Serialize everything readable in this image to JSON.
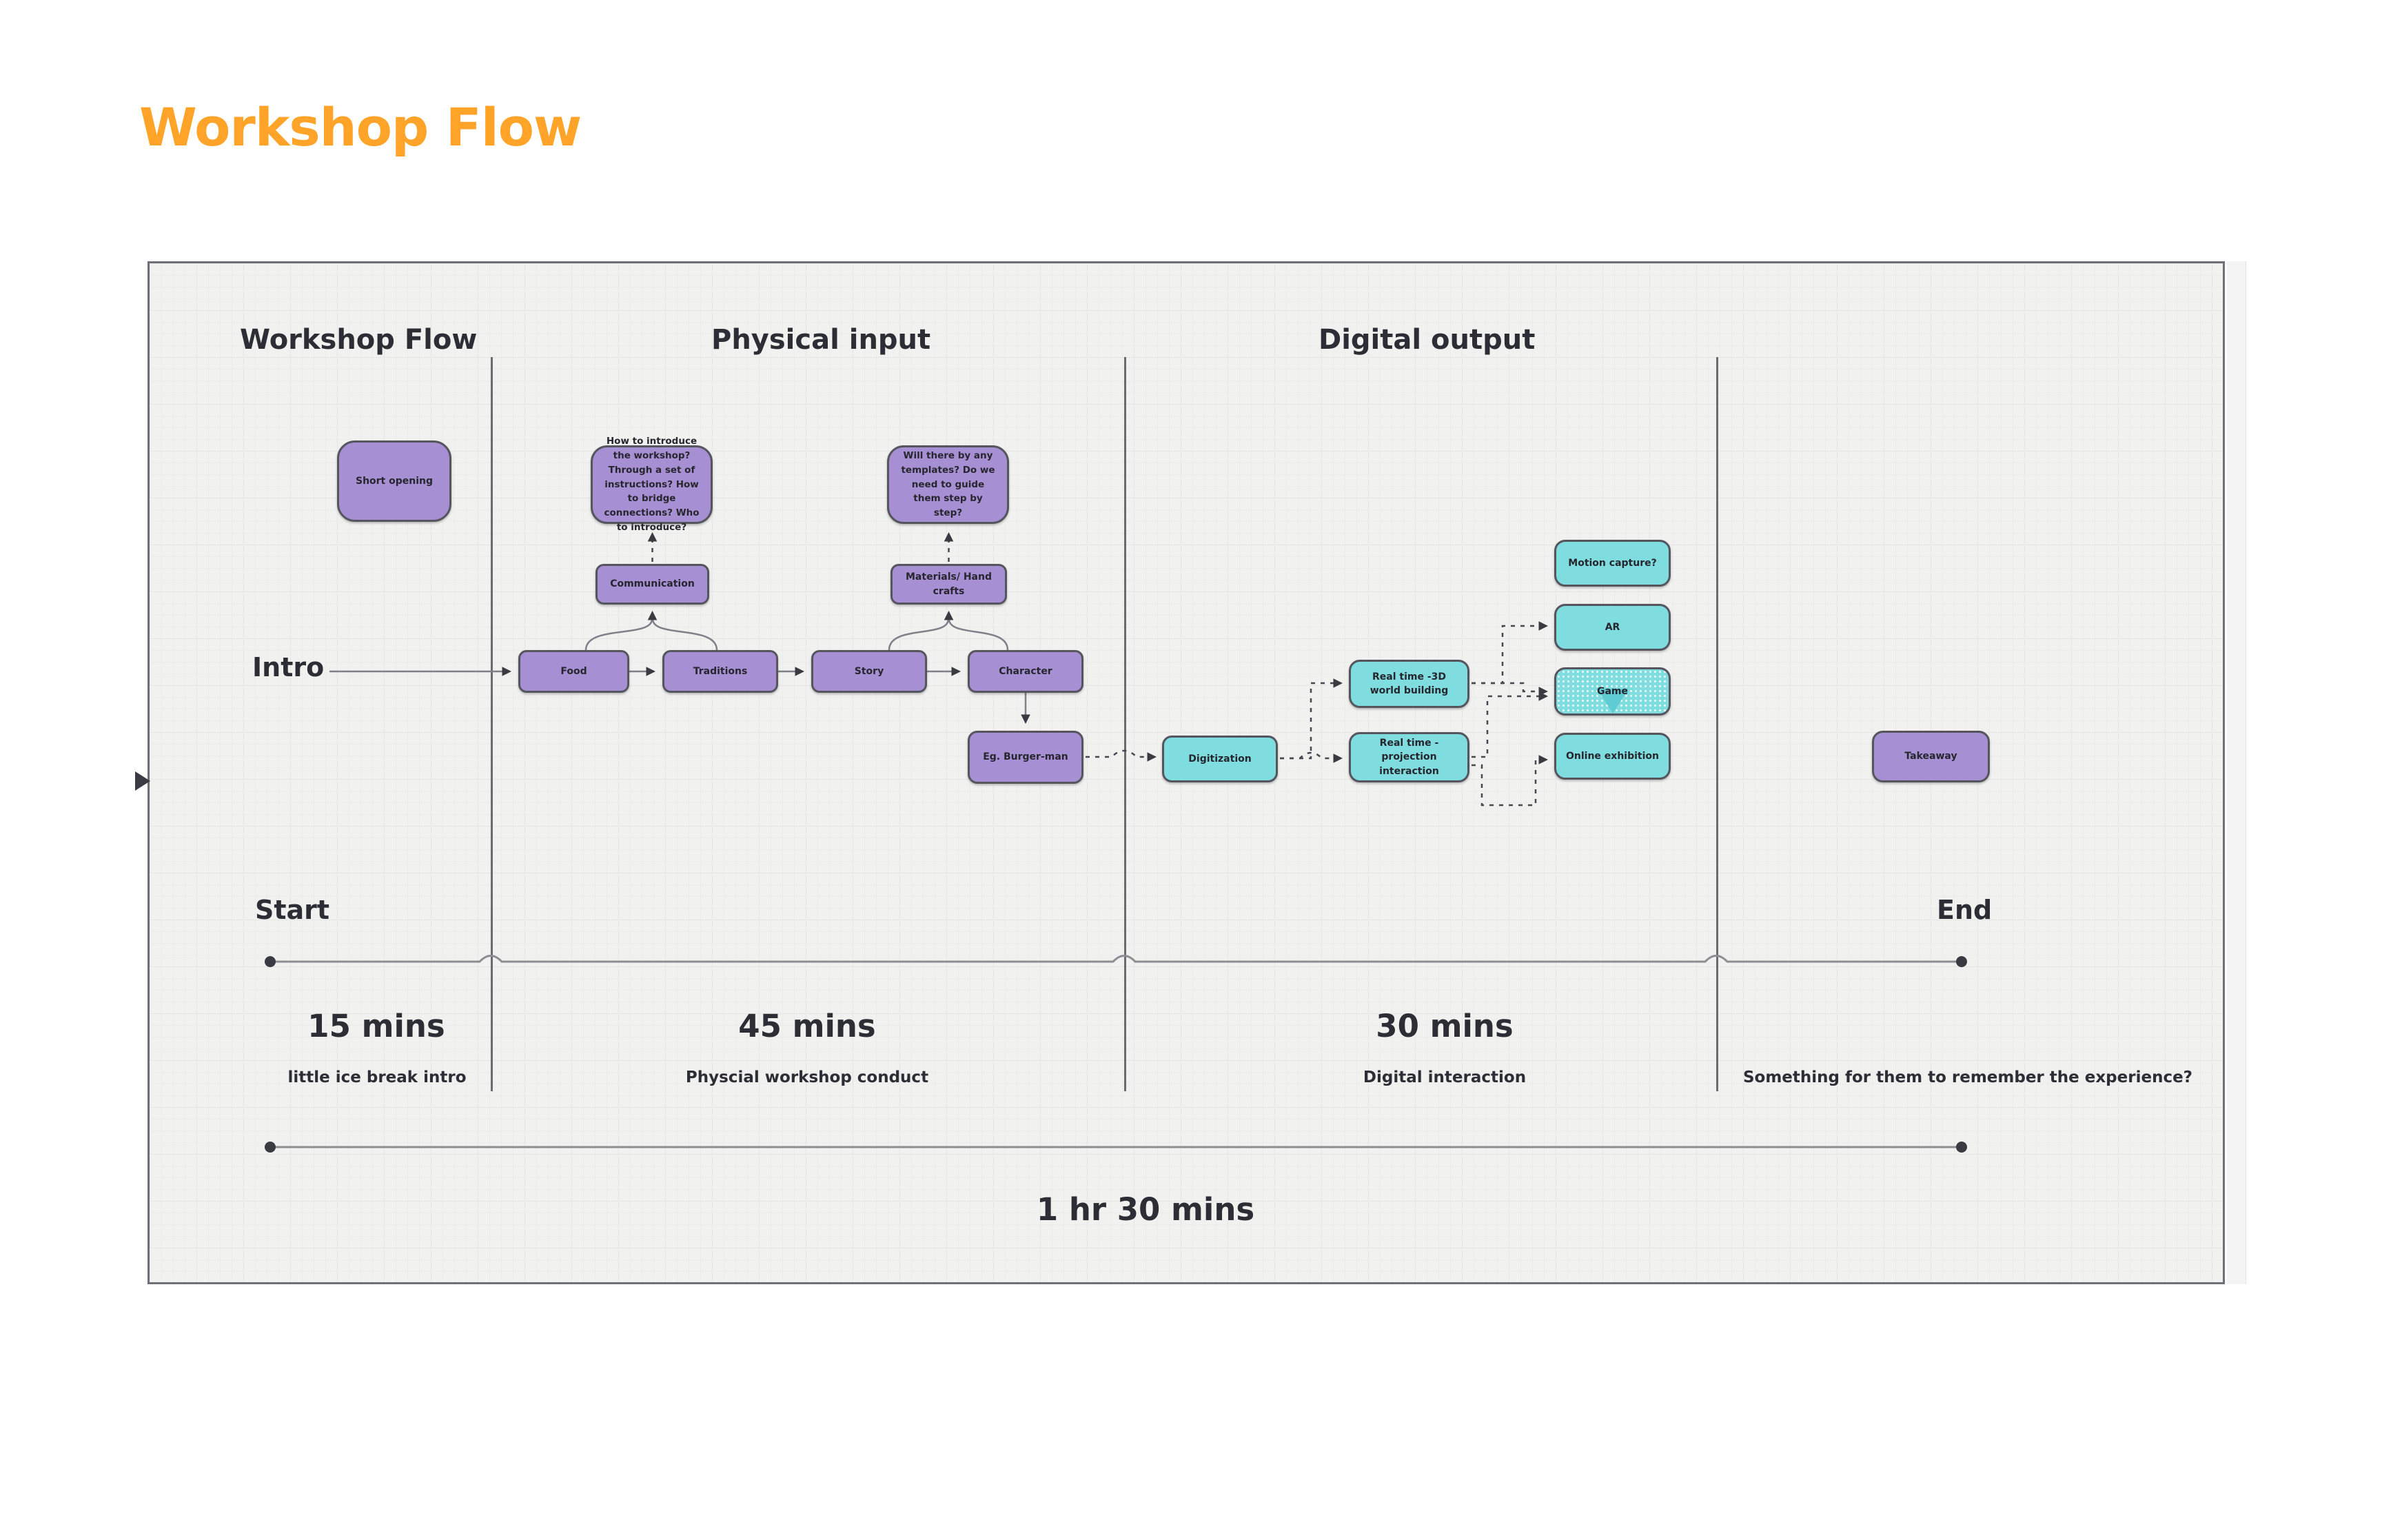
{
  "page": {
    "title": "Workshop Flow"
  },
  "board": {
    "title": "Workshop Flow",
    "sections": [
      {
        "header": "Workshop Flow",
        "duration": "15 mins",
        "note": "little ice break intro"
      },
      {
        "header": "Physical input",
        "duration": "45 mins",
        "note": "Physcial workshop conduct"
      },
      {
        "header": "Digital output",
        "duration": "30 mins",
        "note": "Digital interaction"
      },
      {
        "header": "",
        "duration": "",
        "note": "Something for them to remember the experience?"
      }
    ],
    "timeline": {
      "intro": "Intro",
      "start": "Start",
      "end": "End",
      "total": "1 hr 30 mins"
    },
    "nodes": {
      "short_opening": "Short opening",
      "note_intro": "How to introduce the workshop? Through a set of instructions? How to bridge connections? Who to introduce?",
      "communication": "Communication",
      "food": "Food",
      "traditions": "Traditions",
      "note_templates": "Will there by any templates? Do we need to guide them step by step?",
      "materials": "Materials/ Hand crafts",
      "story": "Story",
      "character": "Character",
      "burger": "Eg. Burger-man",
      "digitization": "Digitization",
      "rt3d": "Real time -3D world building",
      "rtprojection": "Real time - projection interaction",
      "motion": "Motion capture?",
      "ar": "AR",
      "game": "Game",
      "online": "Online exhibition",
      "takeaway": "Takeaway"
    },
    "colors": {
      "accent_orange": "#FFA428",
      "node_purple": "#A78FD3",
      "node_teal": "#7FDCDF",
      "node_border": "#55555E",
      "canvas_bg": "#F1F1F0",
      "text_dark": "#2D2D36"
    }
  }
}
